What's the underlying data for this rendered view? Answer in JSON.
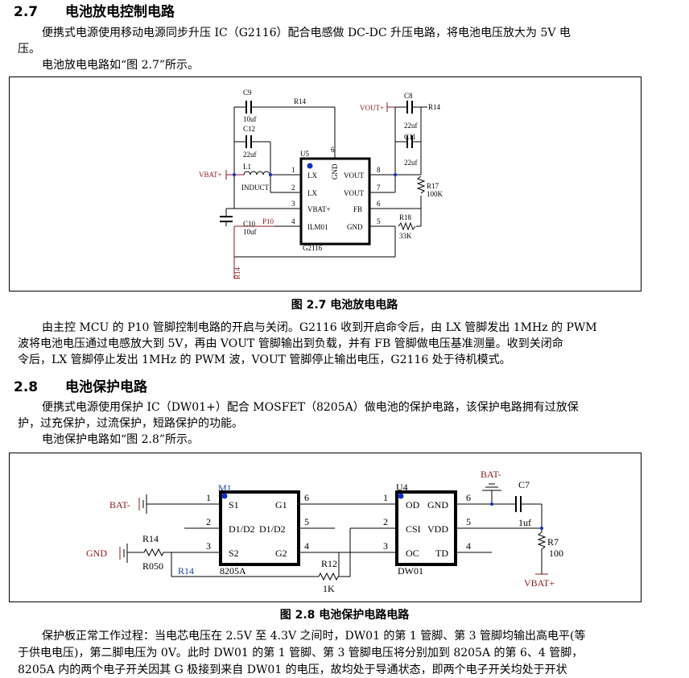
{
  "s27": {
    "num": "2.7",
    "title": "电池放电控制电路",
    "p1a": "便携式电源使用移动电源同步升压 IC（G2116）配合电感做 DC-DC 升压电路，将电池电压放大为 5V 电",
    "p1b": "压。",
    "p2": "电池放电电路如“图 2.7”所示。",
    "caption": "图 2.7 电池放电电路",
    "body1": "由主控 MCU 的 P10 管脚控制电路的开启与关闭。G2116 收到开启命令后，由 LX 管脚发出 1MHz 的 PWM",
    "body2": "波将电池电压通过电感放大到 5V，再由 VOUT 管脚输出到负载，并有 FB 管脚做电压基准测量。收到关闭命",
    "body3": "令后，LX 管脚停止发出 1MHz 的 PWM 波，VOUT 管脚停止输出电压，G2116 处于待机模式。"
  },
  "fig27": {
    "c9": "C9",
    "c9v": "10uf",
    "c12": "C12",
    "c12v": "22uf",
    "r14top": "R14",
    "u5": "U5",
    "gnd": "GND",
    "pin6": "6",
    "vbat_in": "VBAT+",
    "l1": "L1",
    "induct": "INDUCT",
    "pins_left": [
      "1",
      "2",
      "3",
      "4"
    ],
    "lx1": "LX",
    "lx2": "LX",
    "vbat": "VBAT+",
    "ilm": "ILM01",
    "vout1": "VOUT",
    "vout2": "VOUT",
    "fb": "FB",
    "gnd2": "GND",
    "pins_right": [
      "8",
      "7",
      "6",
      "5"
    ],
    "chip": "G2116",
    "c10": "C10",
    "c10v": "10uf",
    "p10": "P10",
    "vout_label": "VOUT+",
    "c8": "C8",
    "c8v": "22uf",
    "r14r": "R14",
    "c11": "C11",
    "c11v": "22uf",
    "r17": "R17",
    "r17v": "100K",
    "r18": "R18",
    "r18v": "33K",
    "r14bot": "R14"
  },
  "s28": {
    "num": "2.8",
    "title": "电池保护电路",
    "p1a": "便携式电源使用保护 IC（DW01+）配合 MOSFET（8205A）做电池的保护电路，该保护电路拥有过放保",
    "p1b": "护，过充保护，过流保护，短路保护的功能。",
    "p2": "电池保护电路如“图 2.8”所示。",
    "caption": "图 2.8 电池保护电路电路",
    "body1": "保护板正常工作过程：当电芯电压在 2.5V 至 4.3V 之间时，DW01 的第 1 管脚、第 3 管脚均输出高电平(等",
    "body2": "于供电电压)，第二脚电压为 0V。此时 DW01 的第 1 管脚、第 3 管脚电压将分别加到 8205A 的第 6、4 管脚，",
    "body3": "8205A 内的两个电子开关因其 G 极接到来自 DW01 的电压，故均处于导通状态，即两个电子开关均处于开状"
  },
  "fig28": {
    "bat_left": "BAT-",
    "gnd": "GND",
    "r14": "R14",
    "r050": "R050",
    "r14b": "R14",
    "m1": "M1",
    "m_pins_left": [
      "1",
      "2",
      "3"
    ],
    "s1": "S1",
    "d1d2a": "D1/D2",
    "s2": "S2",
    "g1": "G1",
    "d1d2b": "D1/D2",
    "g2": "G2",
    "m_pins_right": [
      "6",
      "5",
      "4"
    ],
    "m_chip": "8205A",
    "r12": "R12",
    "r12v": "1K",
    "u4": "U4",
    "u_pins_left": [
      "1",
      "2",
      "3"
    ],
    "od": "OD",
    "csi": "CSI",
    "oc": "OC",
    "gnd2": "GND",
    "vdd": "VDD",
    "td": "TD",
    "u_pins_right": [
      "6",
      "5",
      "4"
    ],
    "u_chip": "DW01",
    "bat_top": "BAT-",
    "c7": "C7",
    "c7v": "1uf",
    "r7": "R7",
    "r7v": "100",
    "vbat": "VBAT+"
  },
  "colors": {
    "wire_red": "#8b1a1a",
    "net_blue": "#1f3f9f",
    "dot_blue": "#1030c8"
  }
}
